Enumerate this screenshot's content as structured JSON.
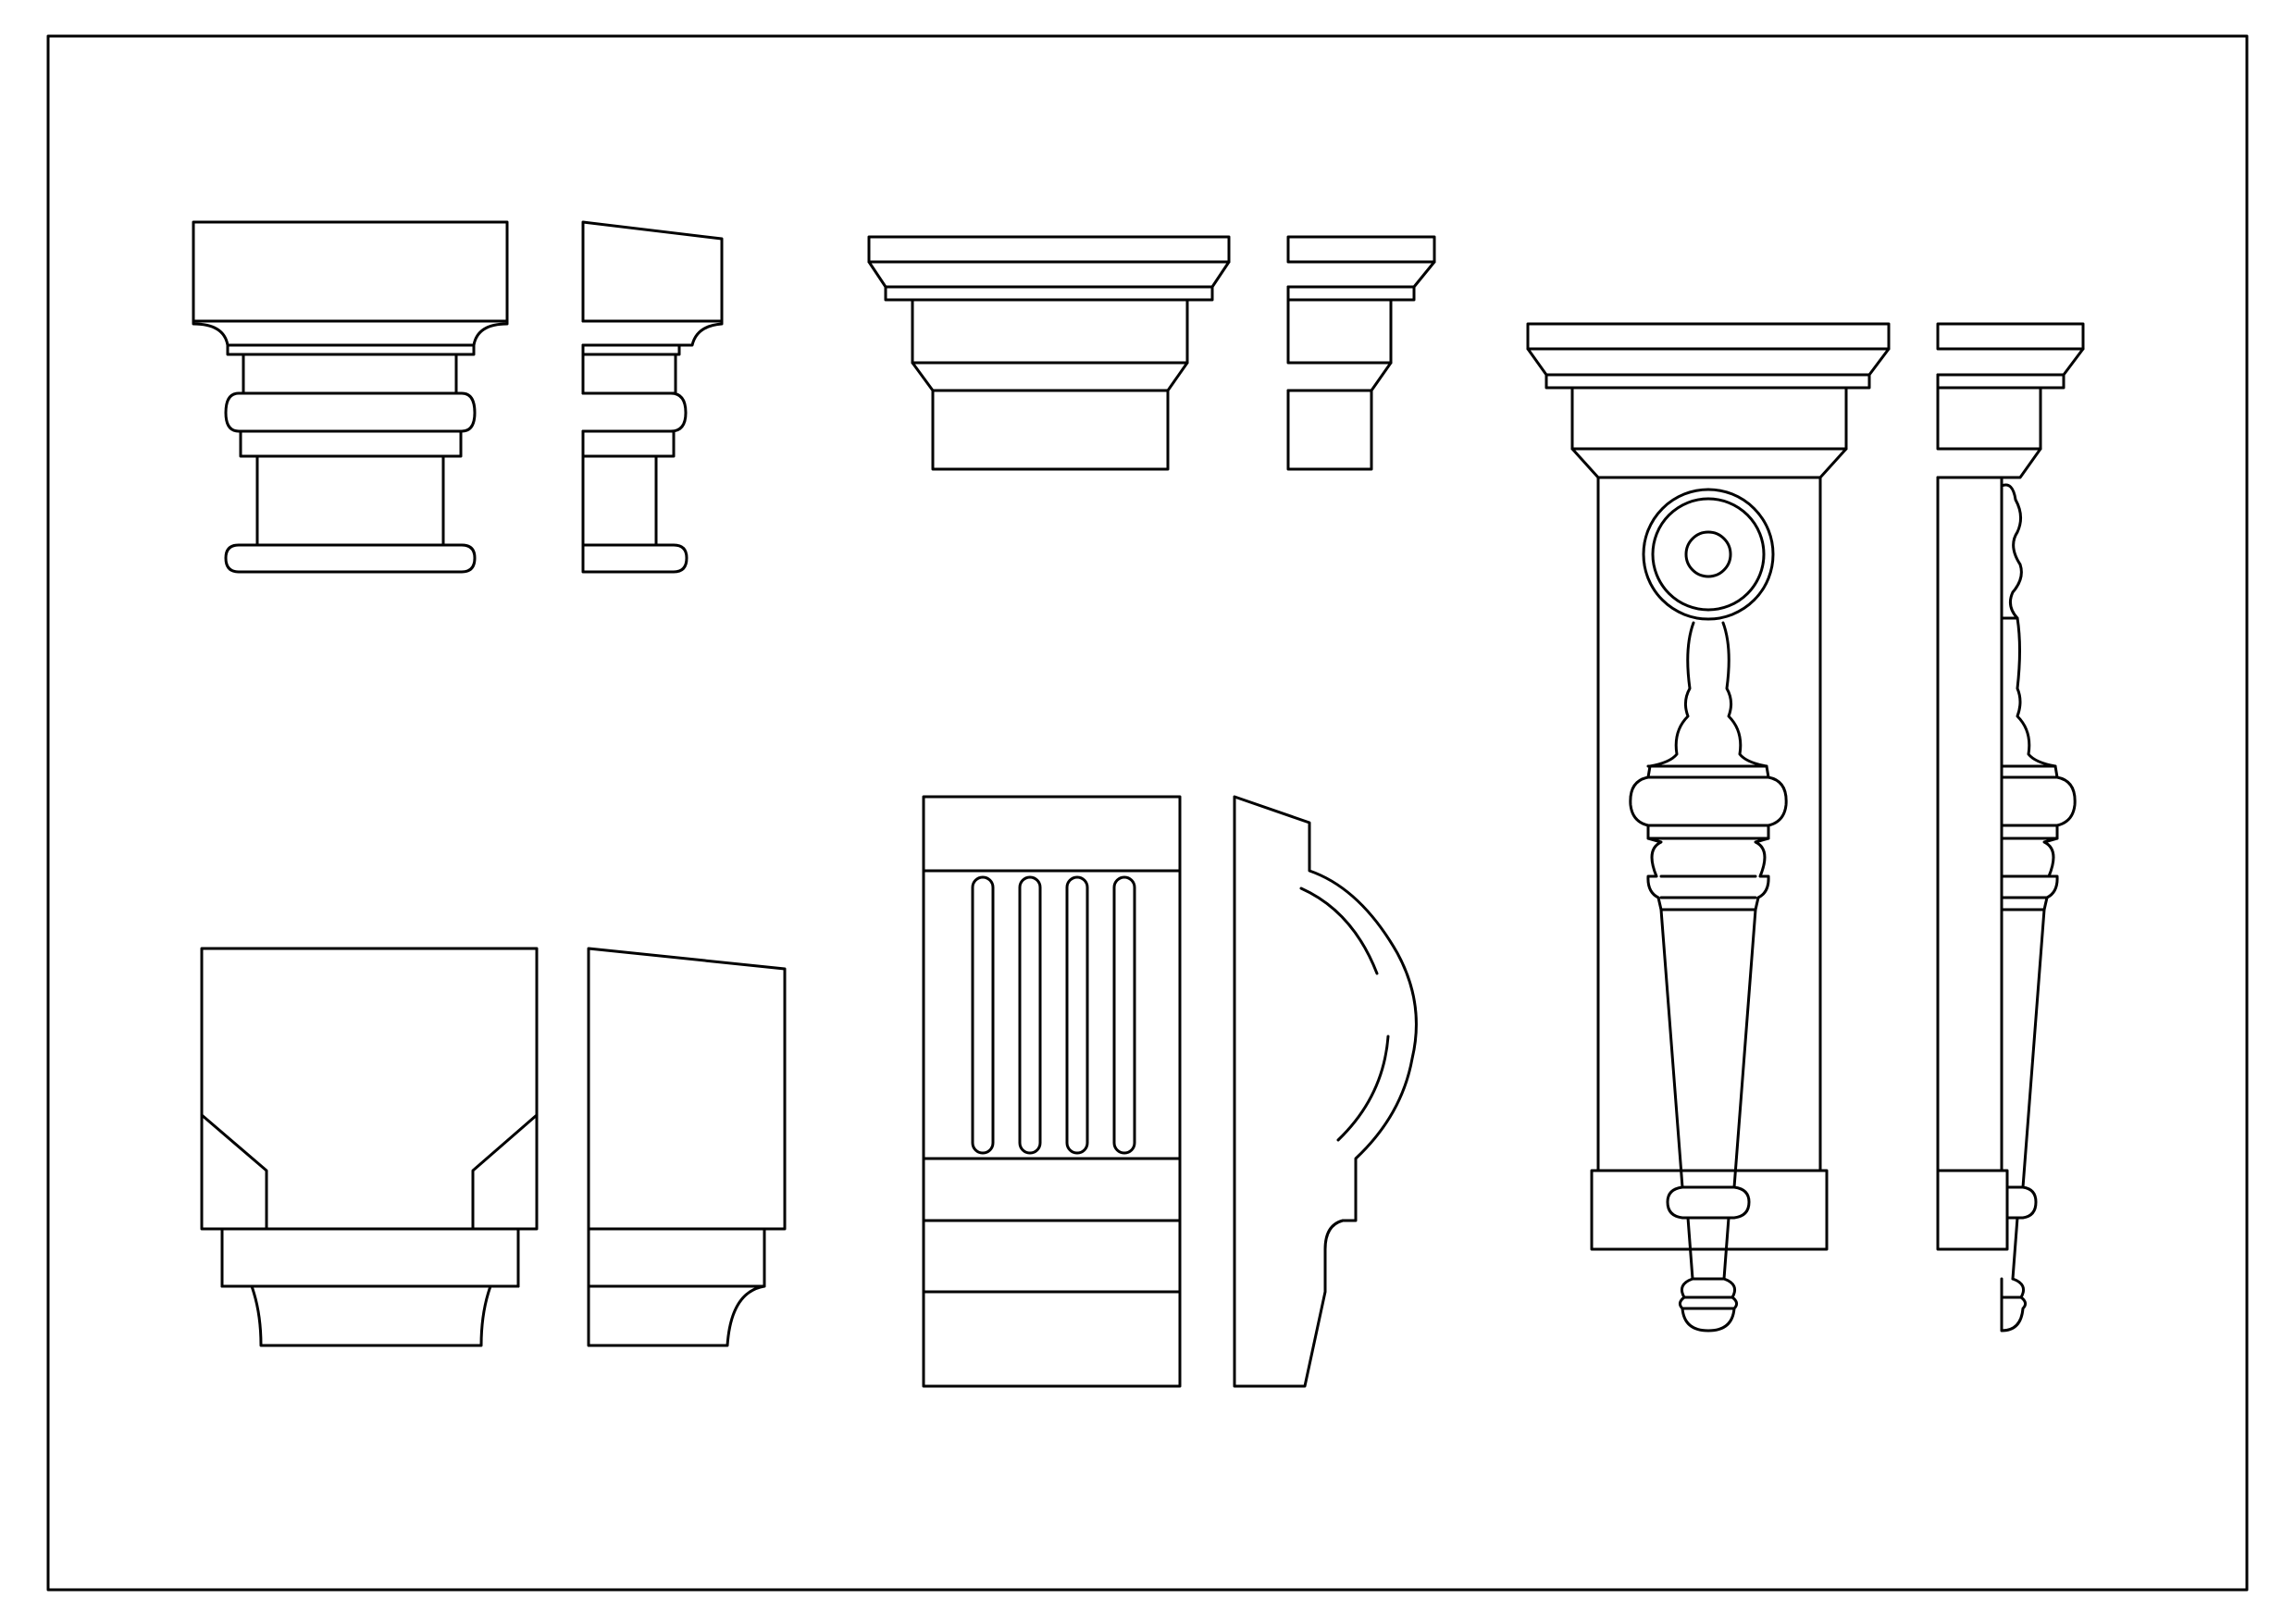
{
  "sheet": {
    "background": "#ffffff",
    "line_color": "#000000"
  },
  "components": [
    {
      "name": "capital-with-torus-rings",
      "views": [
        "front",
        "side"
      ]
    },
    {
      "name": "moulded-cap",
      "views": [
        "front",
        "side"
      ]
    },
    {
      "name": "bracket-with-baluster-and-rosette",
      "views": [
        "front",
        "side"
      ]
    },
    {
      "name": "block-corbel-with-chamfers",
      "views": [
        "front",
        "side"
      ]
    },
    {
      "name": "fluted-corbel",
      "views": [
        "front",
        "side"
      ],
      "flutes": 4
    }
  ]
}
